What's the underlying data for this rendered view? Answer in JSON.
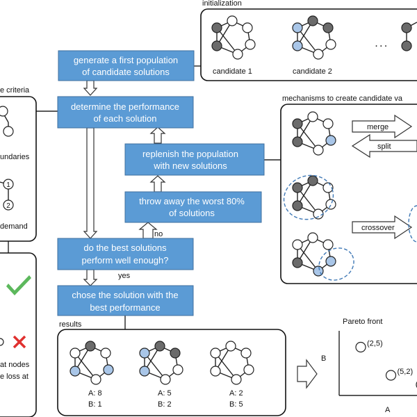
{
  "flow": {
    "generate": [
      "generate a first population",
      "of candidate solutions"
    ],
    "determine": [
      "determine the performance",
      "of each solution"
    ],
    "replenish": [
      "replenish the population",
      "with new solutions"
    ],
    "throw": [
      "throw away the worst 80%",
      "of solutions"
    ],
    "decide": [
      "do the best solutions",
      "perform well enough?"
    ],
    "choose": [
      "chose the solution with the",
      "best performance"
    ],
    "no_label": "no",
    "yes_label": "yes"
  },
  "initialization": {
    "title": "initialization",
    "candidate1": "candidate 1",
    "candidate2": "candidate 2",
    "ellipsis": "· · ·"
  },
  "criteria": {
    "title": "e criteria",
    "line1": "undaries",
    "line2": "demand",
    "node1": "1",
    "node2": "2"
  },
  "mechanisms": {
    "title": "mechanisms to create candidate va",
    "merge": "merge",
    "split": "split",
    "crossover": "crossover"
  },
  "results": {
    "title": "results",
    "items": [
      {
        "a": "A: 8",
        "b": "B: 1"
      },
      {
        "a": "A: 5",
        "b": "B: 2"
      },
      {
        "a": "A: 2",
        "b": "B: 5"
      }
    ]
  },
  "pareto": {
    "title": "Pareto front",
    "axis_y": "B",
    "axis_x": "A",
    "points": [
      {
        "label": "(2,5)",
        "A": 2,
        "B": 5
      },
      {
        "label": "(5,2)",
        "A": 5,
        "B": 2
      },
      {
        "label": "",
        "A": 8,
        "B": 1
      }
    ]
  },
  "left_bottom": {
    "line1": "at nodes",
    "line2": "e loss at",
    "check_icon": "check-icon",
    "cross_icon": "cross-icon"
  },
  "colors": {
    "step_fill": "#5b9bd5",
    "node_gray": "#6b6b6b",
    "node_blue": "#a9c6e8",
    "check": "#5cb85c",
    "cross": "#e0312f"
  }
}
